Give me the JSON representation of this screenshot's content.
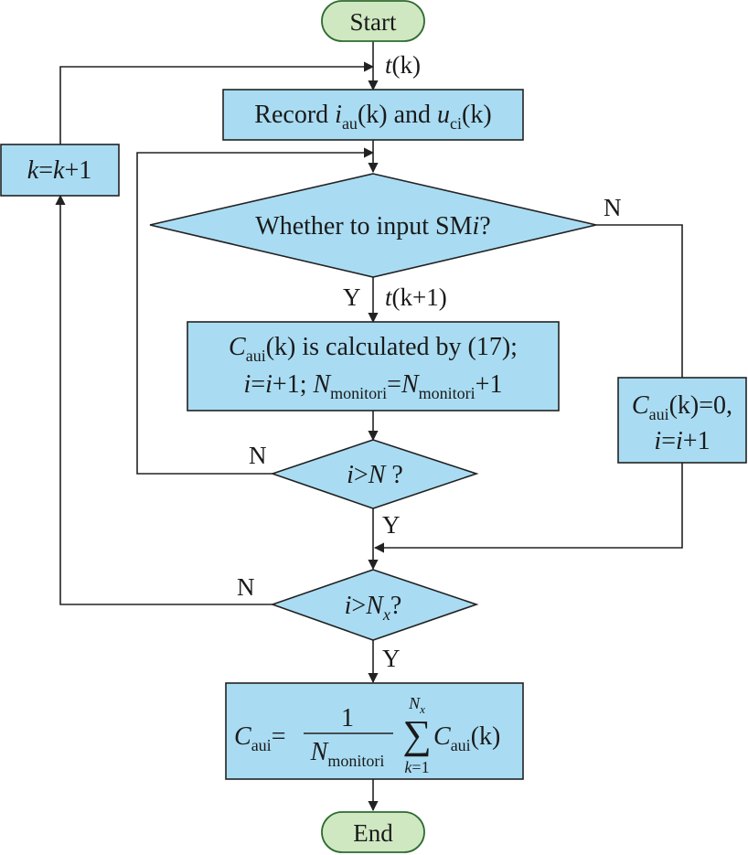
{
  "colors": {
    "box_fill": "#a9dcf2",
    "terminal_fill": "#cfe8c2",
    "terminal_stroke": "#2f6b2f",
    "stroke": "#222222"
  },
  "nodes": {
    "start": "Start",
    "end": "End",
    "record": {
      "a": "Record ",
      "i": "i",
      "i_sub": "au",
      "k1": "(k)",
      "and": " and ",
      "u": "u",
      "u_sub": "ci",
      "k2": "(k)"
    },
    "decision_input": {
      "text": "Whether to input SM",
      "var": "i",
      "q": "?"
    },
    "calc": {
      "line1": {
        "C": "C",
        "C_sub": "aui",
        "k": "(k)",
        "rest": " is calculated by (17);"
      },
      "line2": {
        "assign": "i",
        "eq": "=",
        "i2": "i",
        "plus": "+1; ",
        "N": "N",
        "N_sub": "monitori",
        "eq2": "=",
        "N2": "N",
        "N2_sub": "monitori",
        "plus2": "+1"
      }
    },
    "zero": {
      "line1_C": "C",
      "line1_sub": "aui",
      "line1_k": "(k)",
      "line1_rest": "=0,",
      "line2_i": "i",
      "line2_eq": "=",
      "line2_i2": "i",
      "line2_rest": "+1"
    },
    "decision_n": {
      "i": "i",
      "gt": ">",
      "N": "N",
      "q": " ?"
    },
    "decision_nx": {
      "i": "i",
      "gt": ">",
      "N": "N",
      "x": "x",
      "q": "?"
    },
    "increment": {
      "k": "k",
      "eq": "=",
      "k2": "k",
      "rest": "+1"
    },
    "final": {
      "C": "C",
      "C_sub": "aui",
      "eq": "=",
      "num": "1",
      "den_N": "N",
      "den_sub": "monitori",
      "sum": "∑",
      "top": "N",
      "top_sub": "x",
      "bottom": "k",
      "bottom_rest": "=1",
      "C2": "C",
      "C2_sub": "aui",
      "k": "(k)"
    }
  },
  "edge_labels": {
    "tk": {
      "t": "t",
      "k": "(k)"
    },
    "tk1": {
      "t": "t",
      "k": "(k+1)"
    },
    "y1": "Y",
    "n1": "N",
    "n2": "N",
    "y2": "Y",
    "n3": "N",
    "y3": "Y"
  }
}
